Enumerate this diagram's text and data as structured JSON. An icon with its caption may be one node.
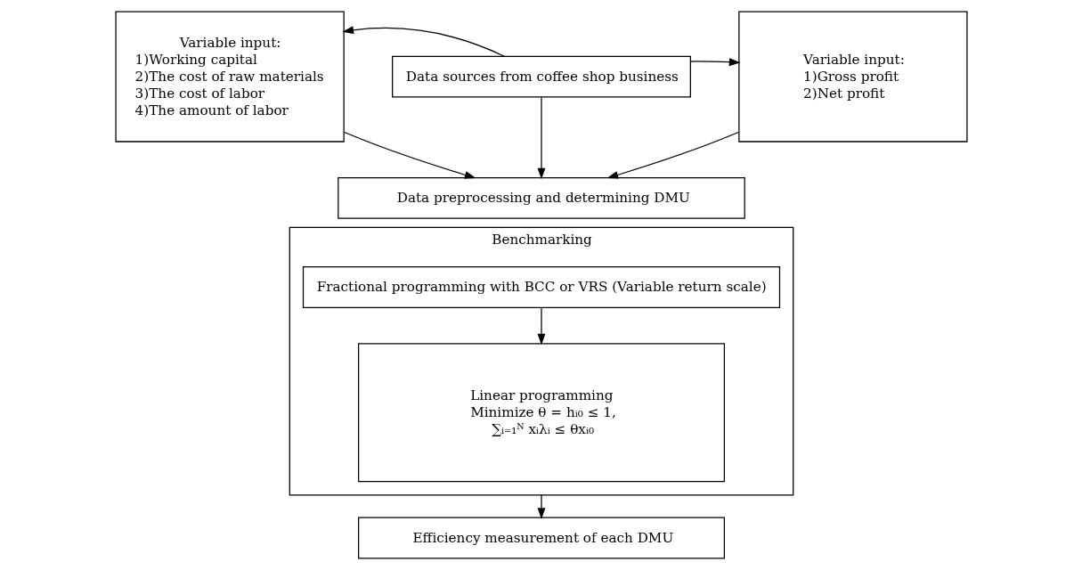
{
  "diagram": {
    "nodes": [
      {
        "text": [
          "Data sources from coffee shop business"
        ]
      },
      {
        "text": [
          "Variable input:",
          "1)Working capital",
          "2)The cost of raw materials",
          "3)The cost of labor",
          "4)The amount of labor"
        ]
      },
      {
        "text": [
          "Variable input:",
          "1)Gross profit",
          "2)Net profit"
        ]
      },
      {
        "text": [
          "Data preprocessing and determining DMU"
        ]
      },
      {
        "text": [
          "Benchmarking"
        ]
      },
      {
        "text": [
          "Fractional programming with BCC or VRS (Variable return scale)"
        ],
        "in": 4
      },
      {
        "text": [
          "Linear programming",
          "Minimize θ = hᵢ₀ ≤ 1,",
          "∑ᵢ₌₁ᴺ xᵢλᵢ ≤ θxᵢ₀"
        ],
        "in": 4
      },
      {
        "text": [
          "Efficiency measurement of each DMU"
        ]
      }
    ],
    "edges": [
      {
        "from": 0,
        "to": 1,
        "arrow": "to"
      },
      {
        "from": 0,
        "to": 2,
        "arrow": "to"
      },
      {
        "from": 0,
        "to": 3,
        "arrow": "to"
      },
      {
        "from": 1,
        "to": 3,
        "arrow": "to"
      },
      {
        "from": 2,
        "to": 3,
        "arrow": "to"
      },
      {
        "from": 5,
        "to": 6,
        "arrow": "to"
      },
      {
        "from": 4,
        "to": 7,
        "arrow": "to"
      }
    ]
  }
}
